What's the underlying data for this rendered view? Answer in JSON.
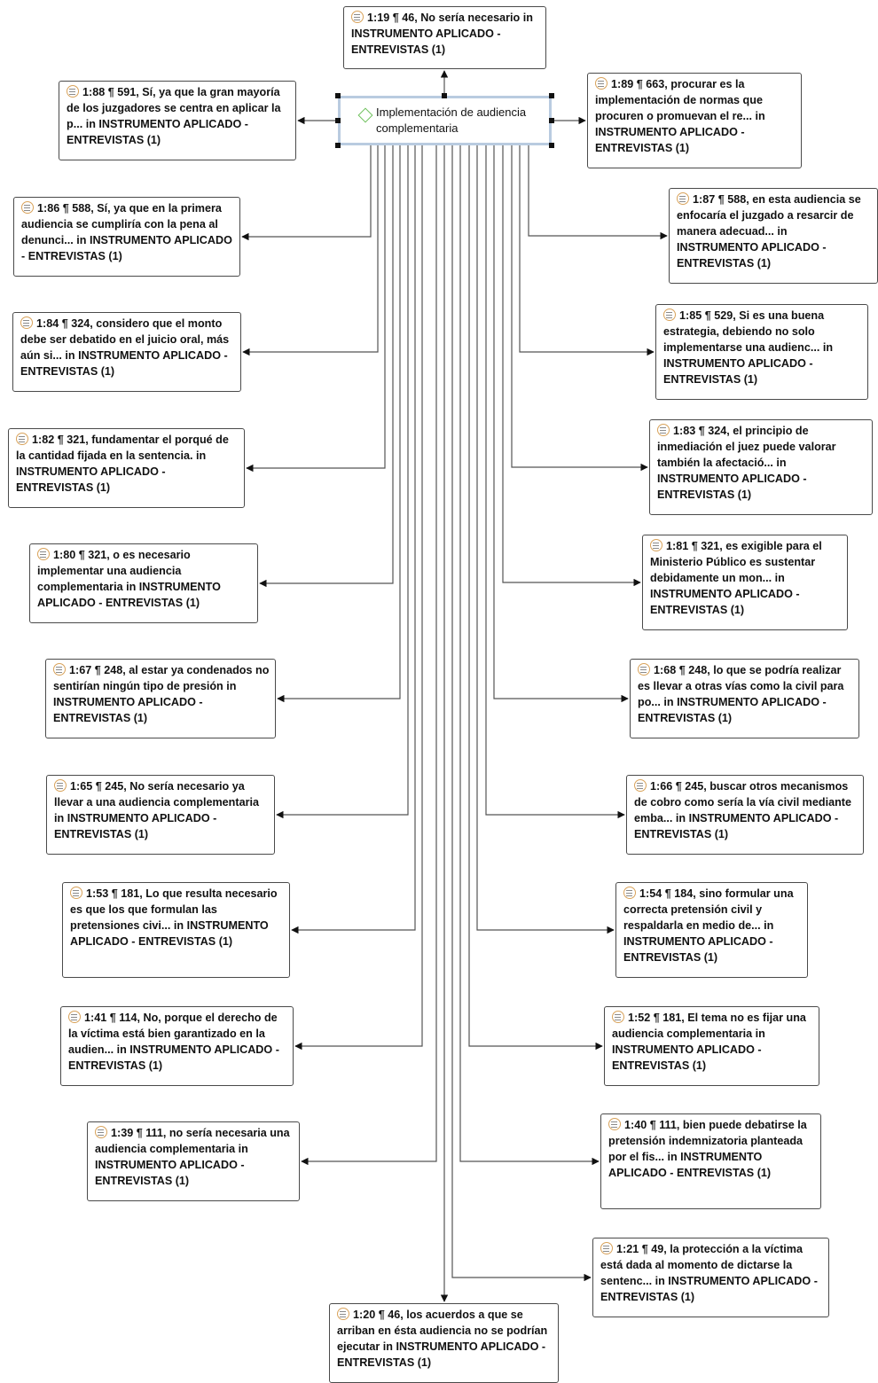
{
  "code": {
    "label": "Implementación de audiencia complementaria",
    "icon": "diamond-icon",
    "icon_color": "#6cbf5a"
  },
  "quotations": [
    {
      "text": "1:19 ¶ 46, No sería necesario in INSTRUMENTO APLICADO - ENTREVISTAS (1)"
    },
    {
      "text": "1:88 ¶ 591, Sí, ya que la gran mayoría de los juzgadores se centra en aplicar la p... in INSTRUMENTO APLICADO - ENTREVISTAS (1)"
    },
    {
      "text": "1:89 ¶ 663, procurar es la implementación de normas que procuren o promuevan el re... in INSTRUMENTO APLICADO - ENTREVISTAS (1)"
    },
    {
      "text": "1:86 ¶ 588, Sí, ya que en la primera audiencia se cumpliría con la pena al denunci... in INSTRUMENTO APLICADO - ENTREVISTAS (1)"
    },
    {
      "text": "1:87 ¶ 588, en esta audiencia se enfocaría el juzgado a resarcir de manera adecuad... in INSTRUMENTO APLICADO - ENTREVISTAS (1)"
    },
    {
      "text": "1:84 ¶ 324, considero que el monto debe ser debatido en el juicio oral, más aún si... in INSTRUMENTO APLICADO - ENTREVISTAS (1)"
    },
    {
      "text": "1:85 ¶ 529, Si es una buena estrategia, debiendo no solo implementarse una audienc... in INSTRUMENTO APLICADO - ENTREVISTAS (1)"
    },
    {
      "text": "1:82 ¶ 321, fundamentar el porqué de la cantidad fijada en la sentencia. in INSTRUMENTO APLICADO - ENTREVISTAS (1)"
    },
    {
      "text": "1:83 ¶ 324, el principio de inmediación el juez puede valorar también la afectació... in INSTRUMENTO APLICADO - ENTREVISTAS (1)"
    },
    {
      "text": "1:80 ¶ 321, o es necesario implementar una audiencia complementaria in INSTRUMENTO APLICADO - ENTREVISTAS (1)"
    },
    {
      "text": "1:81 ¶ 321, es exigible para el Ministerio Público es sustentar debidamente un mon... in INSTRUMENTO APLICADO - ENTREVISTAS (1)"
    },
    {
      "text": "1:67 ¶ 248, al estar ya condenados no sentirían ningún tipo de presión in INSTRUMENTO APLICADO - ENTREVISTAS (1)"
    },
    {
      "text": "1:68 ¶ 248, lo que se podría realizar es llevar a otras vías como la civil para po... in INSTRUMENTO APLICADO - ENTREVISTAS (1)"
    },
    {
      "text": "1:65 ¶ 245, No sería necesario ya llevar a una audiencia complementaria in INSTRUMENTO APLICADO - ENTREVISTAS (1)"
    },
    {
      "text": "1:66 ¶ 245, buscar otros mecanismos de cobro como sería la vía civil mediante emba... in INSTRUMENTO APLICADO - ENTREVISTAS (1)"
    },
    {
      "text": "1:53 ¶ 181, Lo que resulta necesario es que los que formulan las pretensiones civi... in INSTRUMENTO APLICADO - ENTREVISTAS (1)"
    },
    {
      "text": "1:54 ¶ 184, sino formular una correcta pretensión civil y respaldarla en medio de... in INSTRUMENTO APLICADO - ENTREVISTAS (1)"
    },
    {
      "text": "1:41 ¶ 114, No, porque el derecho de la víctima está bien garantizado en la audien... in INSTRUMENTO APLICADO - ENTREVISTAS (1)"
    },
    {
      "text": "1:52 ¶ 181, El tema no es fijar una audiencia complementaria in INSTRUMENTO APLICADO - ENTREVISTAS (1)"
    },
    {
      "text": "1:39 ¶ 111, no sería necesaria una audiencia complementaria in INSTRUMENTO APLICADO - ENTREVISTAS (1)"
    },
    {
      "text": "1:40 ¶ 111, bien puede debatirse la pretensión indemnizatoria planteada por el fis... in INSTRUMENTO APLICADO - ENTREVISTAS (1)"
    },
    {
      "text": "1:21 ¶ 49, la protección a la víctima está dada al momento de dictarse la sentenc... in INSTRUMENTO APLICADO - ENTREVISTAS (1)"
    },
    {
      "text": "1:20 ¶ 46, los acuerdos a que se arriban en ésta audiencia no se podrían ejecutar in INSTRUMENTO APLICADO - ENTREVISTAS (1)"
    }
  ]
}
